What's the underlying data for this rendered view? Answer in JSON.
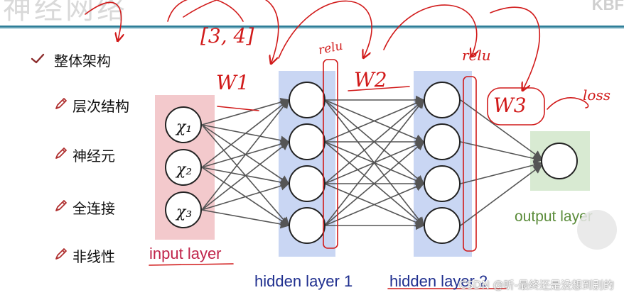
{
  "slide": {
    "title": "神经网络",
    "logo": "KBF"
  },
  "bullets": [
    {
      "label": "整体架构",
      "icon": "check-icon"
    },
    {
      "label": "层次结构",
      "icon": "pencil-icon"
    },
    {
      "label": "神经元",
      "icon": "pencil-icon"
    },
    {
      "label": "全连接",
      "icon": "pencil-icon"
    },
    {
      "label": "非线性",
      "icon": "pencil-icon"
    }
  ],
  "diagram": {
    "layers": [
      {
        "label": "input layer",
        "nodes": 3,
        "color": "#f3c9cc"
      },
      {
        "label": "hidden layer 1",
        "nodes": 4,
        "color": "#c9d6f3"
      },
      {
        "label": "hidden layer 2",
        "nodes": 4,
        "color": "#c9d6f3"
      },
      {
        "label": "output layer",
        "nodes": 1,
        "color": "#d8ead2"
      }
    ],
    "annotations": {
      "input_nodes": [
        "x1",
        "x2",
        "x3"
      ],
      "shape": "[3, 4]",
      "weights": [
        "W1",
        "W2",
        "W3"
      ],
      "activations": [
        "relu",
        "relu"
      ],
      "loss": "loss"
    }
  },
  "watermark": "CSDN @听-最终还是没想到别的",
  "colors": {
    "annotation_red": "#d11a1a",
    "header_rule": "#2f7f99"
  }
}
